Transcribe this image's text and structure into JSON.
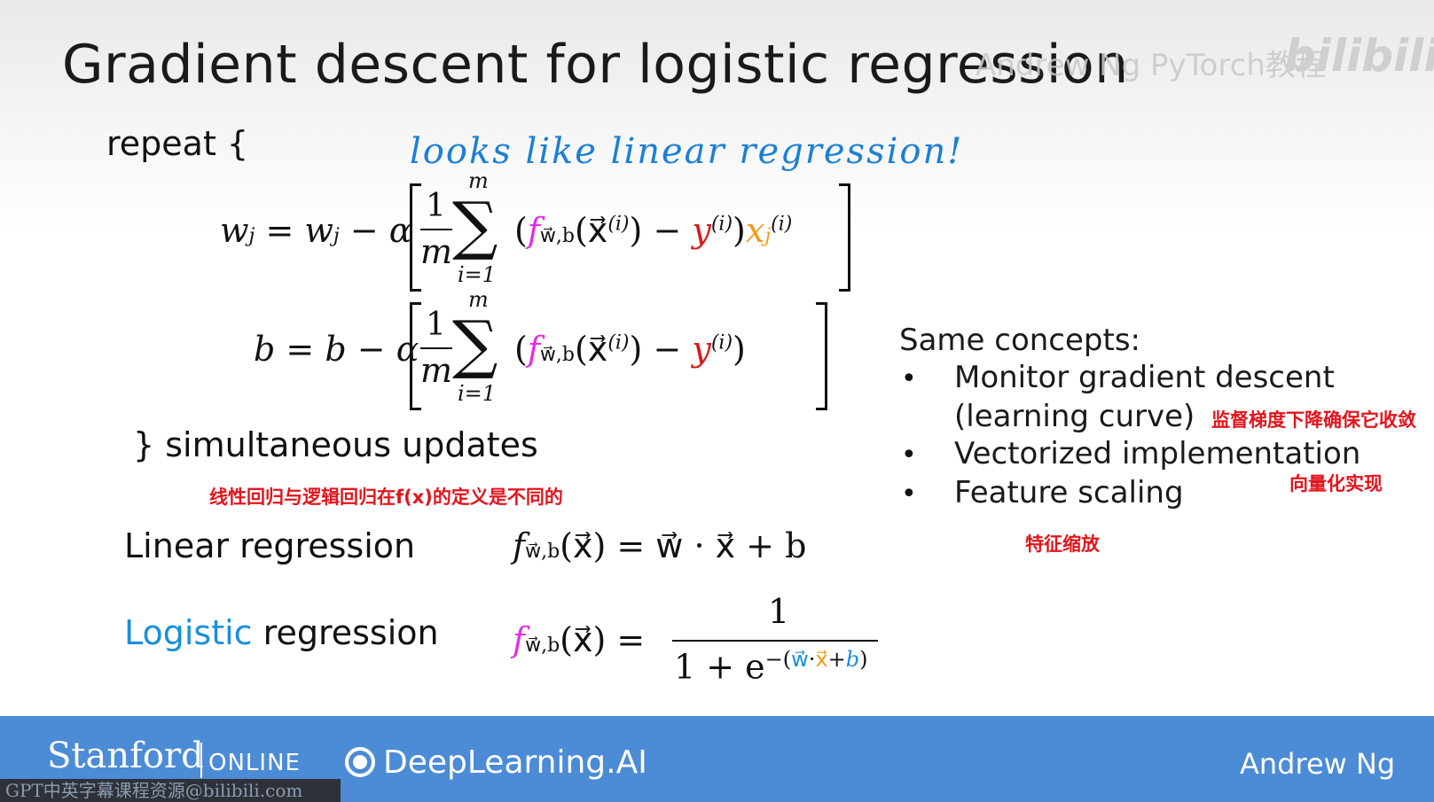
{
  "title": "Gradient descent for logistic regression",
  "watermark": "Andrew Ng PyTorch教程",
  "bilibili_logo": "bilibili",
  "repeat": "repeat {",
  "handwritten_note": "looks like linear regression!",
  "equations": {
    "w_update": {
      "lhs": "w",
      "lhs_sub": "j",
      "equals": "=",
      "rhs_w": "w",
      "rhs_sub": "j",
      "minus_alpha": "− α",
      "num": "1",
      "den": "m",
      "sum_top": "m",
      "sum_bottom": "i=1",
      "sigma": "∑",
      "open": "(",
      "f": "f",
      "f_sub": "w⃗,b",
      "x_arg": "(x⃗",
      "sup_i": "(i)",
      "close_arg": ")",
      "minus": "−",
      "y": "y",
      "y_sup": "(i)",
      "close": ")",
      "x": "x",
      "x_sub": "j",
      "x_sup": "(i)"
    },
    "b_update": {
      "lhs": "b",
      "equals": "=",
      "rhs_b": "b",
      "minus_alpha": "− α",
      "num": "1",
      "den": "m",
      "sum_top": "m",
      "sum_bottom": "i=1",
      "sigma": "∑",
      "open": "(",
      "f": "f",
      "f_sub": "w⃗,b",
      "x_arg": "(x⃗",
      "sup_i": "(i)",
      "close_arg": ")",
      "minus": "−",
      "y": "y",
      "y_sup": "(i)",
      "close": ")"
    }
  },
  "simultaneous": "} simultaneous updates",
  "annotations": {
    "definition_diff": "线性回归与逻辑回归在f(x)的定义是不同的",
    "monitor": "监督梯度下降确保它收敛",
    "vectorized": "向量化实现",
    "scaling": "特征缩放"
  },
  "same_concepts": {
    "heading": "Same concepts:",
    "bullet": "•",
    "items": [
      "Monitor gradient descent",
      "(learning curve)",
      "Vectorized implementation",
      "Feature scaling"
    ]
  },
  "linear": {
    "label": "Linear regression",
    "f": "f",
    "f_sub": "w⃗,b",
    "rhs": "(x⃗) = w⃗ · x⃗ + b"
  },
  "logistic": {
    "label_colored": "Logistic",
    "label_rest": " regression",
    "f": "f",
    "f_sub": "w⃗,b",
    "arg": "(x⃗) =",
    "num": "1",
    "den_base": "1 + e",
    "den_exp_open": "−(",
    "den_exp_w": "w⃗",
    "den_exp_dot": "·",
    "den_exp_x": "x⃗",
    "den_exp_plus": "+",
    "den_exp_b": "b",
    "den_exp_close": ")"
  },
  "footer": {
    "stanford": "Stanford",
    "online": "ONLINE",
    "deeplearning": "DeepLearning.AI",
    "author": "Andrew Ng",
    "color": "#4c8bd6"
  },
  "caption_bar": "GPT中英字幕课程资源@bilibili.com"
}
